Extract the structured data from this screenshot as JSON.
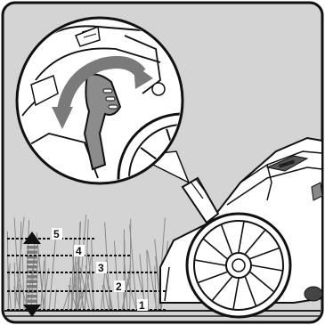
{
  "colors": {
    "background": "#d4d4d4",
    "frame": "#111111",
    "ink": "#1a1a1a",
    "mower_body": "#ffffff",
    "lever": "#8c8c8c",
    "arrow": "#7a7a7a",
    "grass": "#9a9a9a"
  },
  "icons": {
    "height_arrow": "double-vertical-arrow-icon",
    "rotation_arrow": "curved-double-arrow-icon"
  },
  "height_levels": [
    {
      "label": "5"
    },
    {
      "label": "4"
    },
    {
      "label": "3"
    },
    {
      "label": "2"
    },
    {
      "label": "1"
    }
  ]
}
